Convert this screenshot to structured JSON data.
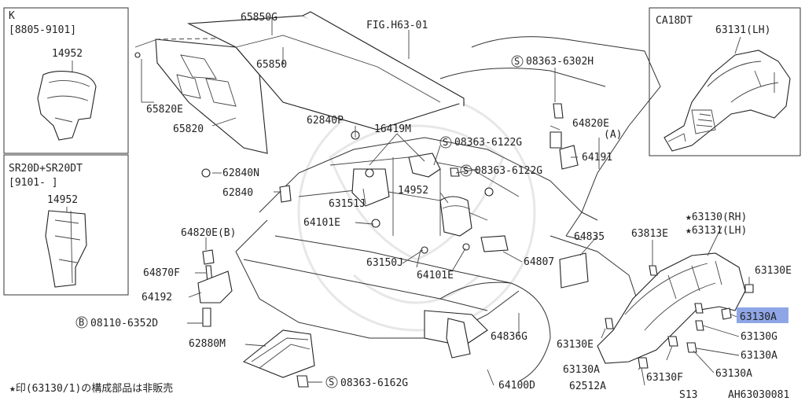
{
  "figure": {
    "title": "FIG.H63-01",
    "code_left": "S13",
    "code_right": "AH63030081"
  },
  "footnote": "★印(63130/1)の構成部品は非販売",
  "inset_k": {
    "model": "K",
    "range": "[8805-9101]",
    "part": "14952"
  },
  "inset_sr": {
    "model": "SR20D+SR20DT",
    "range": "[9101-     ]",
    "part": "14952"
  },
  "inset_ca": {
    "model": "CA18DT",
    "part": "63131(LH)"
  },
  "labels": {
    "p65850g": "65850G",
    "p65850": "65850",
    "p65820e": "65820E",
    "p65820": "65820",
    "p62840p": "62840P",
    "p16419m": "16419M",
    "p08363_6302h": "08363-6302H",
    "p08363_6122g_a": "08363-6122G",
    "p08363_6122g_b": "08363-6122G",
    "p64820e": "64820E",
    "pA": "(A)",
    "p64191": "64191",
    "p62840n": "62840N",
    "p62840": "62840",
    "p63151j": "63151J",
    "p14952": "14952",
    "p64101e_a": "64101E",
    "p64820e_b": "64820E(B)",
    "p64835": "64835",
    "p63813e": "63813E",
    "p63130rh": "★63130(RH)",
    "p63131lh": "★63131(LH)",
    "p63150j": "63150J",
    "p64101e_b": "64101E",
    "p64807": "64807",
    "p64870f": "64870F",
    "p64192": "64192",
    "p08110_6352d": "08110-6352D",
    "p62880m": "62880M",
    "p64836g": "64836G",
    "p63130e_a": "63130E",
    "p63130e_b": "63130E",
    "p63130a_hl": "63130A",
    "p63130g": "63130G",
    "p63130a_b": "63130A",
    "p63130a_c": "63130A",
    "p63130a_d": "63130A",
    "p63130f": "63130F",
    "p62512a": "62512A",
    "p08363_6162g": "08363-6162G",
    "p64100d": "64100D",
    "s_mark": "S",
    "b_mark": "B"
  }
}
